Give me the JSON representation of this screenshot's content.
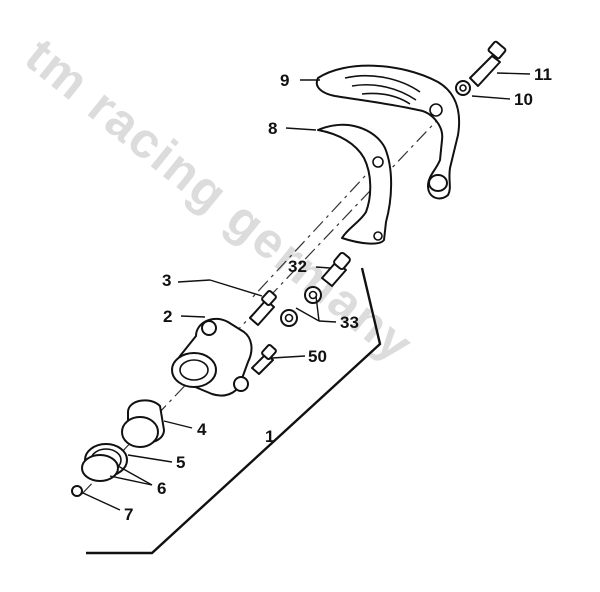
{
  "watermark": "tm racing germany",
  "callouts": {
    "p1": "1",
    "p2": "2",
    "p3": "3",
    "p4": "4",
    "p5": "5",
    "p6": "6",
    "p7": "7",
    "p8": "8",
    "p9": "9",
    "p10": "10",
    "p11": "11",
    "p32": "32",
    "p33": "33",
    "p50": "50"
  },
  "colors": {
    "line": "#111111",
    "watermark": "#dcdcdc",
    "background": "#ffffff"
  }
}
